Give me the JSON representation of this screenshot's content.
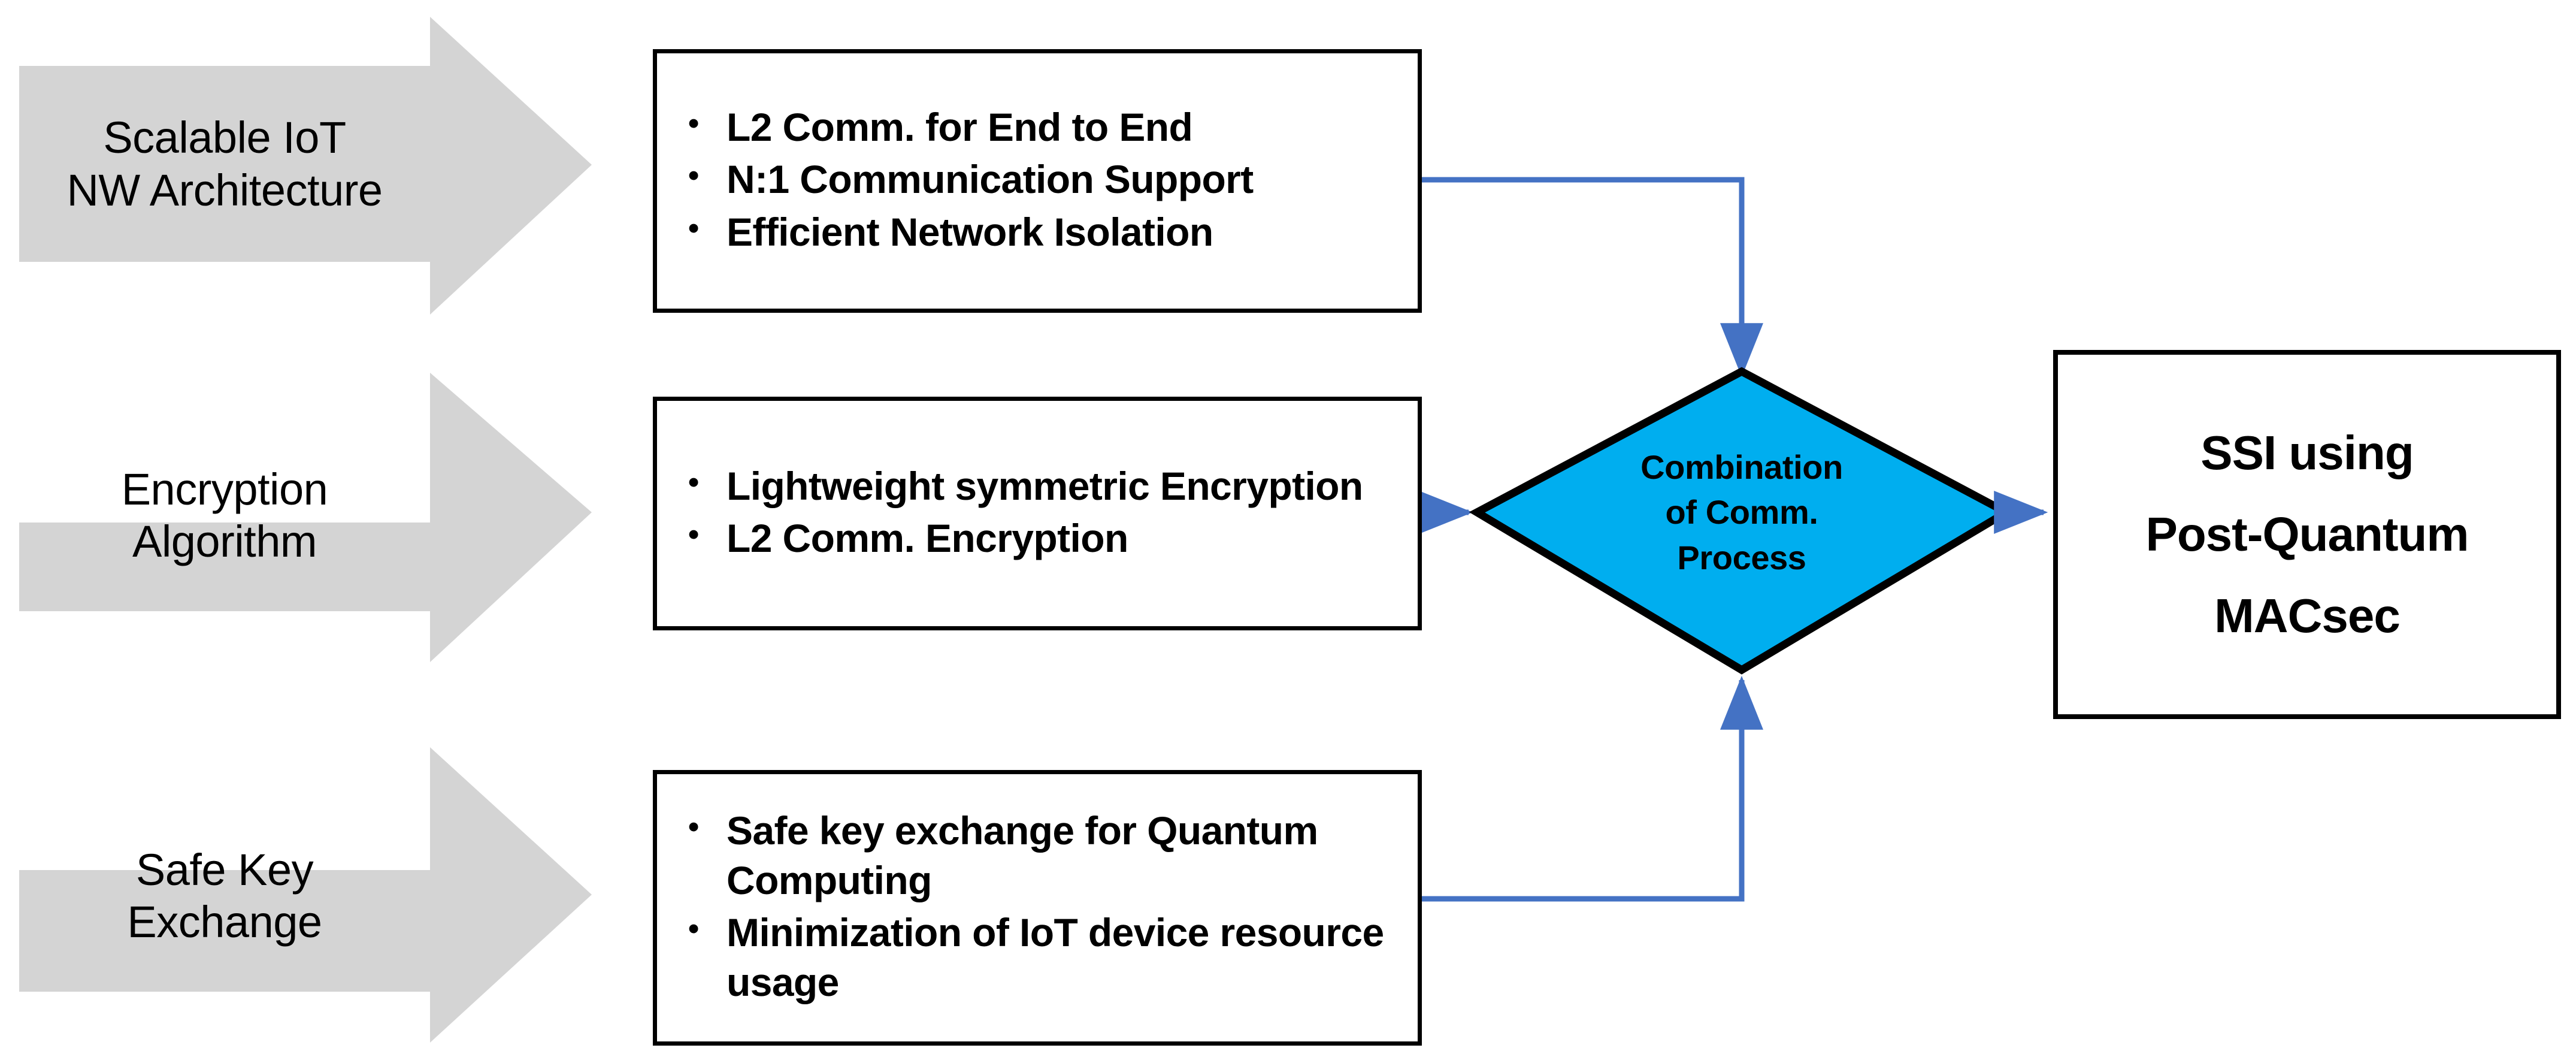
{
  "diagram": {
    "title": "SSI using Post-Quantum MACsec architecture flow",
    "colors": {
      "arrow_fill": "#D4D4D4",
      "box_border": "#000000",
      "box_fill": "#FFFFFF",
      "diamond_fill": "#00AEEF",
      "diamond_border": "#000000",
      "connector": "#4472C4",
      "text": "#000000"
    },
    "inputs": [
      {
        "id": "scalable-iot-nw-architecture",
        "label_lines": [
          "Scalable IoT",
          "NW Architecture"
        ],
        "label": "Scalable IoT NW Architecture"
      },
      {
        "id": "encryption-algorithm",
        "label_lines": [
          "Encryption",
          "Algorithm"
        ],
        "label": "Encryption Algorithm"
      },
      {
        "id": "safe-key-exchange",
        "label_lines": [
          "Safe Key",
          "Exchange"
        ],
        "label": "Safe Key Exchange"
      }
    ],
    "detail_boxes": [
      {
        "id": "scalable-iot-details",
        "bullet_marker": "•",
        "bullets": [
          "L2 Comm. for End to End",
          "N:1 Communication Support",
          "Efficient Network Isolation"
        ]
      },
      {
        "id": "encryption-details",
        "bullet_marker": "•",
        "bullets": [
          "Lightweight symmetric Encryption",
          "L2 Comm. Encryption"
        ]
      },
      {
        "id": "safe-key-exchange-details",
        "bullet_marker": "•",
        "bullets": [
          "Safe key exchange for Quantum Computing",
          "Minimization of IoT device resource usage"
        ]
      }
    ],
    "decision": {
      "id": "combination-of-comm-process",
      "label_lines": [
        "Combination",
        "of Comm.",
        "Process"
      ],
      "label": "Combination of Comm. Process"
    },
    "outcome": {
      "id": "ssi-using-post-quantum-macsec",
      "label_lines": [
        "SSI using",
        "Post-Quantum",
        "MACsec"
      ],
      "label": "SSI using Post-Quantum MACsec"
    },
    "connectors": [
      {
        "id": "details-1-to-decision",
        "from": "scalable-iot-details",
        "to": "combination-of-comm-process",
        "style": "elbow"
      },
      {
        "id": "details-2-to-decision",
        "from": "encryption-details",
        "to": "combination-of-comm-process",
        "style": "straight"
      },
      {
        "id": "details-3-to-decision",
        "from": "safe-key-exchange-details",
        "to": "combination-of-comm-process",
        "style": "elbow"
      },
      {
        "id": "decision-to-outcome",
        "from": "combination-of-comm-process",
        "to": "ssi-using-post-quantum-macsec",
        "style": "straight"
      }
    ]
  }
}
